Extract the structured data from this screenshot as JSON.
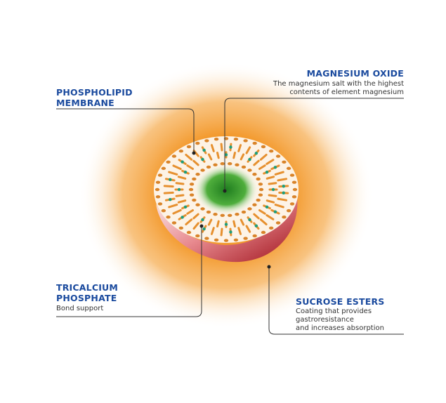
{
  "labels": {
    "phospholipid": {
      "title_line1": "PHOSPHOLIPID",
      "title_line2": "MEMBRANE"
    },
    "magnesium": {
      "title": "MAGNESIUM OXIDE",
      "desc_line1": "The magnesium salt with the highest",
      "desc_line2": "contents of element magnesium"
    },
    "tricalcium": {
      "title_line1": "TRICALCIUM",
      "title_line2": "PHOSPHATE",
      "desc": "Bond support"
    },
    "sucrose": {
      "title": "SUCROSE ESTERS",
      "desc_line1": "Coating that provides",
      "desc_line2": "gastroresistance",
      "desc_line3": "and increases absorption"
    }
  },
  "colors": {
    "title": "#1a4a9e",
    "glow": "#f08a1c",
    "core": "#2e9a2e",
    "shell": "#c8202a",
    "lipid": "#e0892a"
  }
}
